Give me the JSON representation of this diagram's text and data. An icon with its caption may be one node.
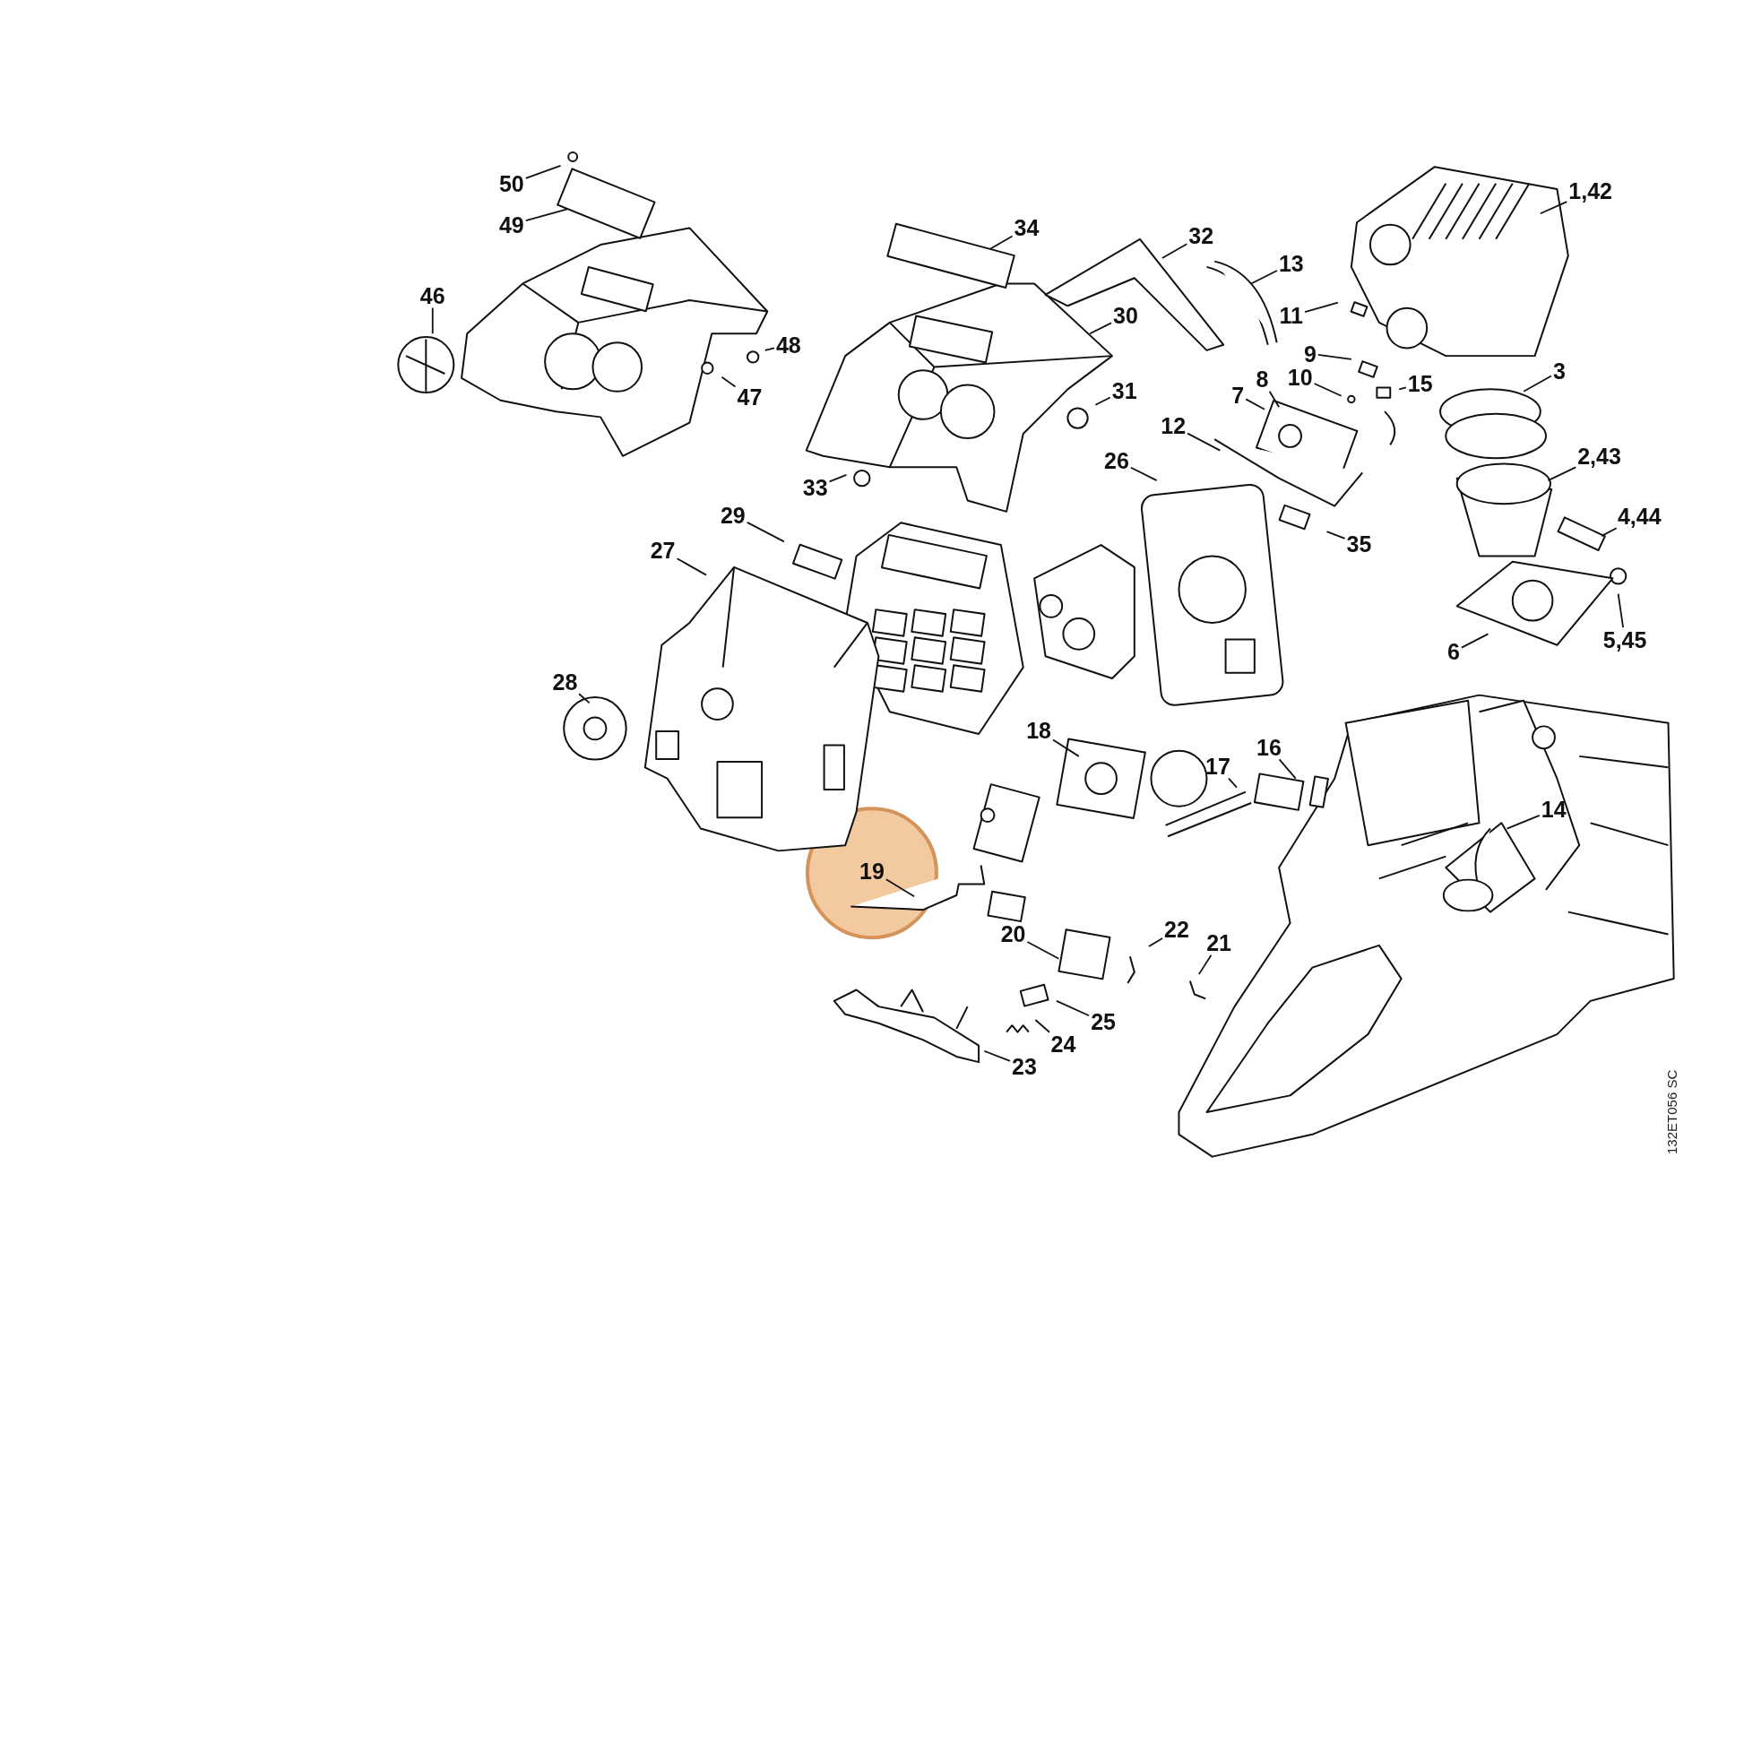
{
  "diagram": {
    "nodes": [
      {
        "text": [
          "50"
        ]
      },
      {
        "text": [
          "49"
        ]
      },
      {
        "text": [
          "34"
        ]
      },
      {
        "text": [
          "1,42"
        ]
      },
      {
        "text": [
          "32"
        ]
      },
      {
        "text": [
          "13"
        ]
      },
      {
        "text": [
          "46"
        ]
      },
      {
        "text": [
          "30"
        ]
      },
      {
        "text": [
          "11"
        ]
      },
      {
        "text": [
          "48"
        ]
      },
      {
        "text": [
          "9"
        ]
      },
      {
        "text": [
          "3"
        ]
      },
      {
        "text": [
          "8"
        ]
      },
      {
        "text": [
          "10"
        ]
      },
      {
        "text": [
          "15"
        ]
      },
      {
        "text": [
          "7"
        ]
      },
      {
        "text": [
          "31"
        ]
      },
      {
        "text": [
          "47"
        ]
      },
      {
        "text": [
          "12"
        ]
      },
      {
        "text": [
          "2,43"
        ]
      },
      {
        "text": [
          "26"
        ]
      },
      {
        "text": [
          "33"
        ]
      },
      {
        "text": [
          "29"
        ]
      },
      {
        "text": [
          "4,44"
        ]
      },
      {
        "text": [
          "35"
        ]
      },
      {
        "text": [
          "27"
        ]
      },
      {
        "text": [
          "5,45"
        ]
      },
      {
        "text": [
          "6"
        ]
      },
      {
        "text": [
          "28"
        ]
      },
      {
        "text": [
          "18"
        ]
      },
      {
        "text": [
          "16"
        ]
      },
      {
        "text": [
          "17"
        ]
      },
      {
        "text": [
          "14"
        ]
      },
      {
        "text": [
          "19"
        ]
      },
      {
        "text": [
          "22"
        ]
      },
      {
        "text": [
          "20"
        ]
      },
      {
        "text": [
          "21"
        ]
      },
      {
        "text": [
          "25"
        ]
      },
      {
        "text": [
          "24"
        ]
      },
      {
        "text": [
          "23"
        ]
      }
    ],
    "edges": [
      {
        "from": 0,
        "to": null,
        "arrow": "none"
      },
      {
        "from": 1,
        "to": null,
        "arrow": "none"
      },
      {
        "from": 2,
        "to": null,
        "arrow": "none"
      },
      {
        "from": 3,
        "to": null,
        "arrow": "none"
      },
      {
        "from": 4,
        "to": null,
        "arrow": "none"
      },
      {
        "from": 5,
        "to": null,
        "arrow": "none"
      },
      {
        "from": 6,
        "to": null,
        "arrow": "none"
      },
      {
        "from": 7,
        "to": null,
        "arrow": "none"
      },
      {
        "from": 8,
        "to": null,
        "arrow": "none"
      },
      {
        "from": 9,
        "to": null,
        "arrow": "none"
      },
      {
        "from": 10,
        "to": null,
        "arrow": "none"
      },
      {
        "from": 11,
        "to": null,
        "arrow": "none"
      },
      {
        "from": 12,
        "to": null,
        "arrow": "none"
      },
      {
        "from": 13,
        "to": null,
        "arrow": "none"
      },
      {
        "from": 14,
        "to": null,
        "arrow": "none"
      },
      {
        "from": 15,
        "to": null,
        "arrow": "none"
      },
      {
        "from": 16,
        "to": null,
        "arrow": "none"
      },
      {
        "from": 17,
        "to": null,
        "arrow": "none"
      },
      {
        "from": 18,
        "to": null,
        "arrow": "none"
      },
      {
        "from": 19,
        "to": null,
        "arrow": "none"
      },
      {
        "from": 20,
        "to": null,
        "arrow": "none"
      },
      {
        "from": 21,
        "to": null,
        "arrow": "none"
      },
      {
        "from": 22,
        "to": null,
        "arrow": "none"
      },
      {
        "from": 23,
        "to": null,
        "arrow": "none"
      },
      {
        "from": 24,
        "to": null,
        "arrow": "none"
      },
      {
        "from": 25,
        "to": null,
        "arrow": "none"
      },
      {
        "from": 26,
        "to": null,
        "arrow": "none"
      },
      {
        "from": 27,
        "to": null,
        "arrow": "none"
      },
      {
        "from": 28,
        "to": null,
        "arrow": "none"
      },
      {
        "from": 29,
        "to": null,
        "arrow": "none"
      },
      {
        "from": 30,
        "to": null,
        "arrow": "none"
      },
      {
        "from": 31,
        "to": null,
        "arrow": "none"
      },
      {
        "from": 32,
        "to": null,
        "arrow": "none"
      },
      {
        "from": 33,
        "to": null,
        "arrow": "none"
      },
      {
        "from": 34,
        "to": null,
        "arrow": "none"
      },
      {
        "from": 35,
        "to": null,
        "arrow": "none"
      },
      {
        "from": 36,
        "to": null,
        "arrow": "none"
      },
      {
        "from": 37,
        "to": null,
        "arrow": "none"
      },
      {
        "from": 38,
        "to": null,
        "arrow": "none"
      },
      {
        "from": 39,
        "to": null,
        "arrow": "none"
      }
    ],
    "labels": [
      "132ET056 SC"
    ]
  }
}
